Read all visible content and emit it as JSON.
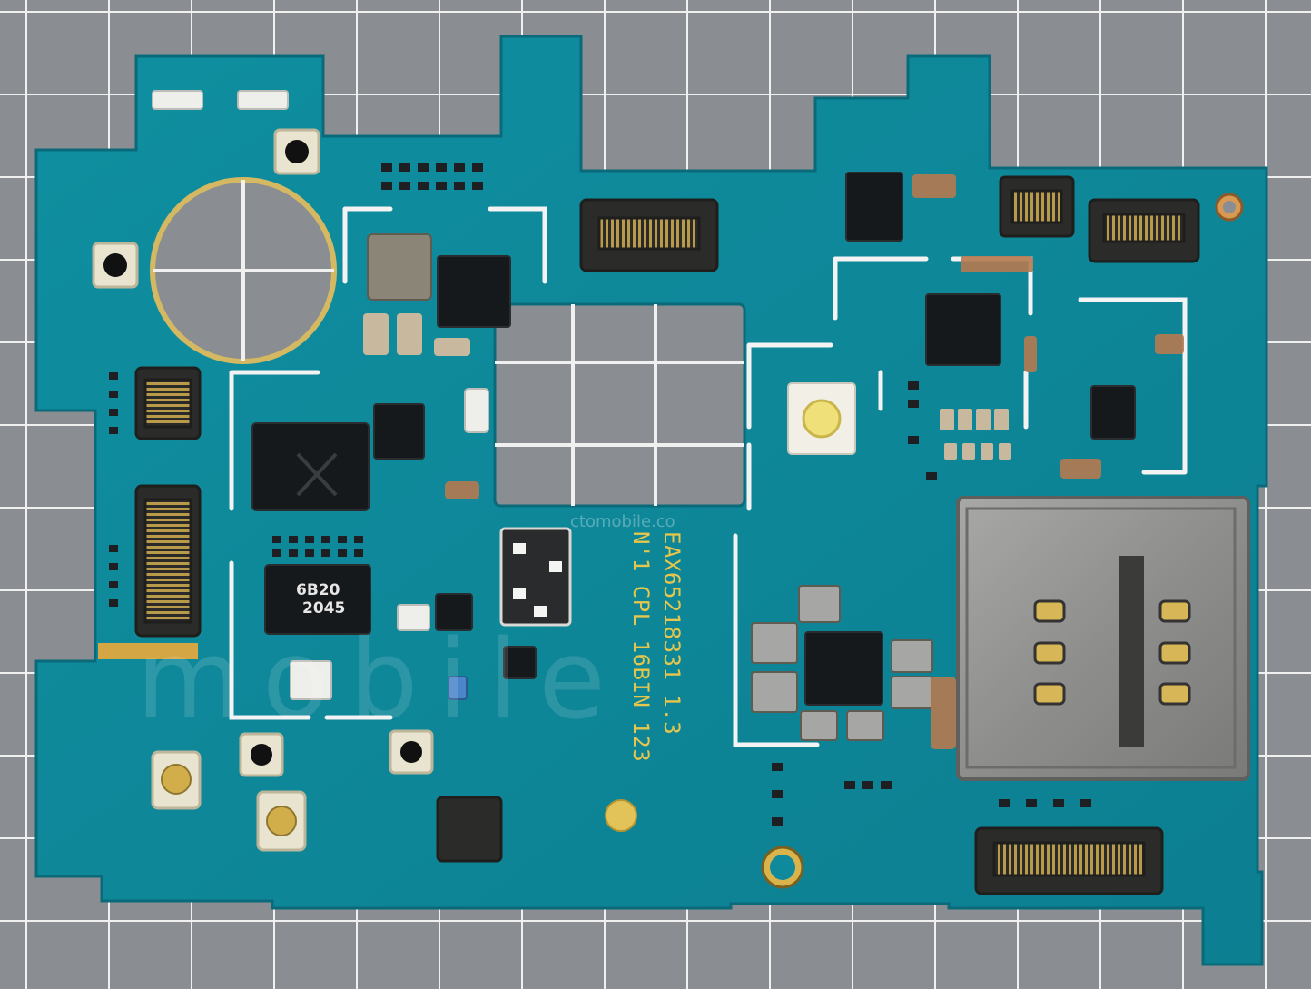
{
  "photo": {
    "subject": "smartphone-motherboard",
    "colors": {
      "background_grid": "#8c8f94",
      "grid_lines": "#f2f2f2",
      "pcb": "#0f8a9c",
      "pcb_edge": "#0a6f80",
      "silkscreen": "#e7c64c",
      "chip": "#1a1d20",
      "shield_metal": "#9a9a98",
      "gold_pad": "#d3b14a"
    }
  },
  "silkscreen": {
    "part_number": "EAX65218331 1.3",
    "date_code": "N'1 CPL 16BIN 123"
  },
  "chip": {
    "top_code": "6B20",
    "bottom_code": "2045"
  },
  "watermark": {
    "url": "ctomobile.co",
    "brand": "mobile"
  }
}
